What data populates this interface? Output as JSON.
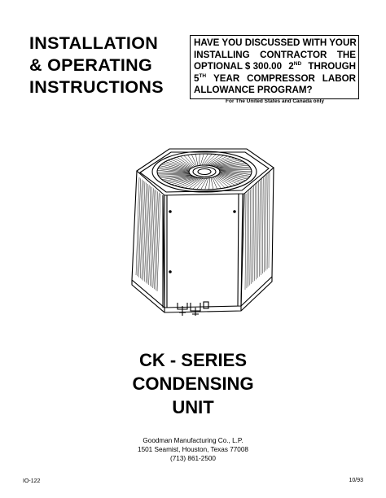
{
  "title": {
    "line1": "INSTALLATION",
    "line2": "& OPERATING",
    "line3": "INSTRUCTIONS"
  },
  "notice": {
    "l1": "HAVE YOU DISCUSSED WITH YOUR",
    "l2a": "INSTALLING",
    "l2b": "CONTRACTOR",
    "l2c": "THE",
    "l3a": "OPTIONAL $ 300.00",
    "l3b": "2",
    "l3c": "ND",
    "l3d": "THROUGH",
    "l4a": "5",
    "l4b": "TH",
    "l4c": "YEAR",
    "l4d": "COMPRESSOR",
    "l4e": "LABOR",
    "l5": "ALLOWANCE PROGRAM?",
    "note": "For The United States and Canada only"
  },
  "series": {
    "line1": "CK - SERIES",
    "line2": "CONDENSING",
    "line3": "UNIT"
  },
  "company": {
    "name": "Goodman Manufacturing Co., L.P.",
    "address": "1501 Seamist, Houston, Texas 77008",
    "phone": "(713) 861-2500"
  },
  "footer": {
    "code": "IO-122",
    "date": "10/93"
  },
  "icons": {
    "illustration": "condensing-unit-illustration"
  }
}
